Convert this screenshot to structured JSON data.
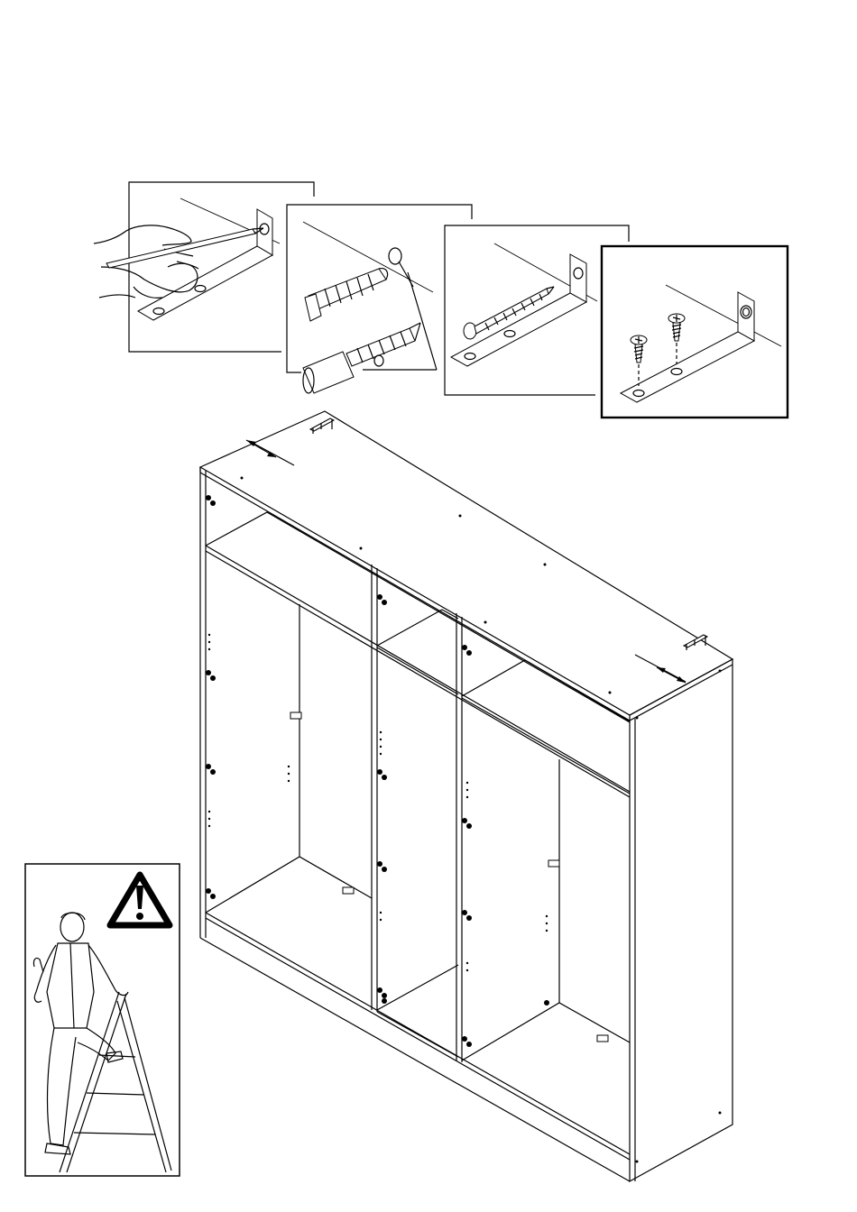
{
  "page": {
    "kind": "assembly-instruction-illustration",
    "text_elements": []
  },
  "detail_steps": [
    {
      "name": "step-mark-drill-wall",
      "icons": [
        "hand-icon",
        "pencil-icon",
        "angle-bracket-icon"
      ]
    },
    {
      "name": "step-insert-wall-plug",
      "icons": [
        "wall-plug-icon",
        "drill-bit-icon",
        "hole-marker-icon"
      ]
    },
    {
      "name": "step-screw-bracket-to-wall",
      "icons": [
        "long-screw-icon",
        "angle-bracket-icon"
      ]
    },
    {
      "name": "step-screw-bracket-to-cabinet",
      "icons": [
        "short-screw-icon",
        "angle-bracket-icon"
      ]
    }
  ],
  "warning": {
    "icons": [
      "warning-triangle-icon",
      "worker-on-ladder-icon"
    ]
  },
  "colors": {
    "line": "#000000",
    "background": "#ffffff"
  }
}
